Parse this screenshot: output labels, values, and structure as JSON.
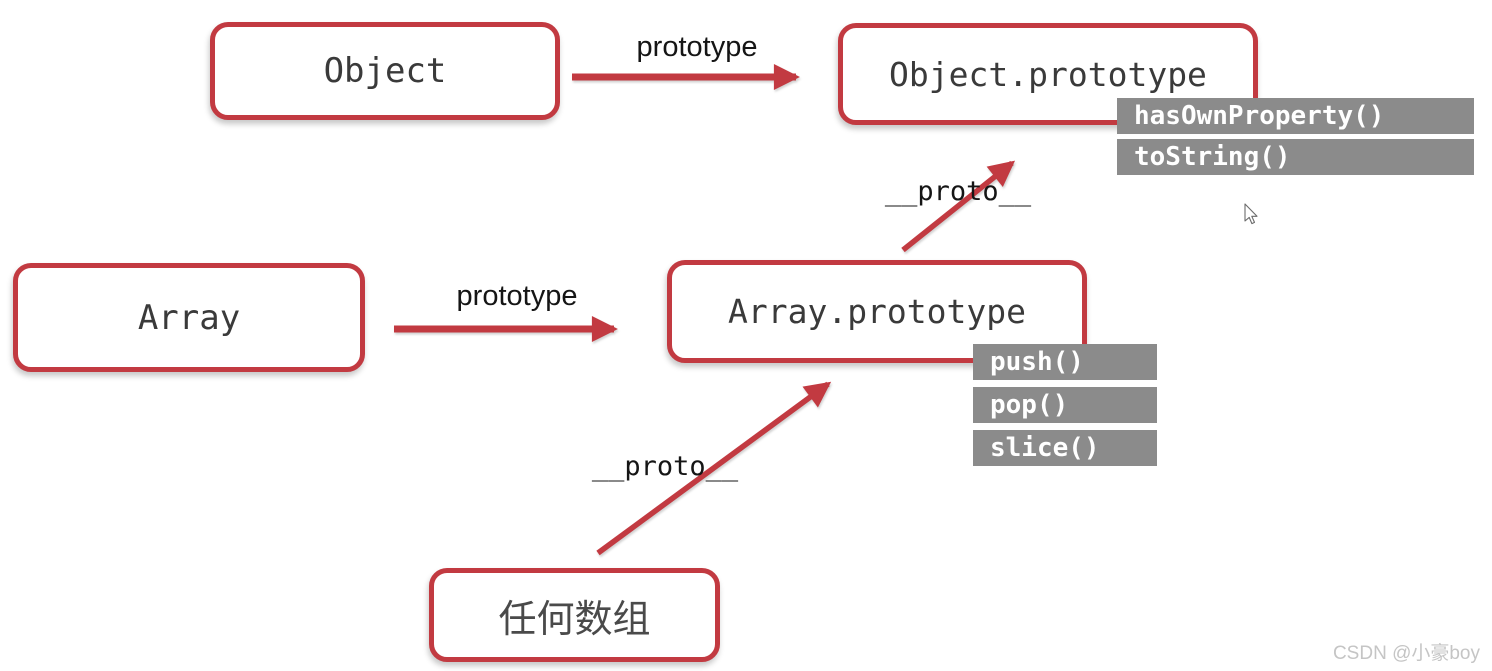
{
  "diagram": {
    "nodes": {
      "object": {
        "label": "Object"
      },
      "object_prototype": {
        "label": "Object.prototype",
        "methods": [
          "hasOwnProperty()",
          "toString()"
        ]
      },
      "array": {
        "label": "Array"
      },
      "array_prototype": {
        "label": "Array.prototype",
        "methods": [
          "push()",
          "pop()",
          "slice()"
        ]
      },
      "any_array": {
        "label": "任何数组"
      }
    },
    "edges": {
      "object_to_object_prototype": {
        "label": "prototype"
      },
      "array_to_array_prototype": {
        "label": "prototype"
      },
      "array_prototype_to_object_prototype": {
        "label": "__proto__"
      },
      "any_array_to_array_prototype": {
        "label": "__proto__"
      }
    },
    "colors": {
      "accent_red": "#c23a41",
      "method_box_gray": "#8b8b8b",
      "method_text": "#ffffff",
      "node_text": "#3a3a3a",
      "background": "#ffffff",
      "watermark_gray": "#c5c5c5"
    },
    "watermark": "CSDN @小豪boy"
  }
}
